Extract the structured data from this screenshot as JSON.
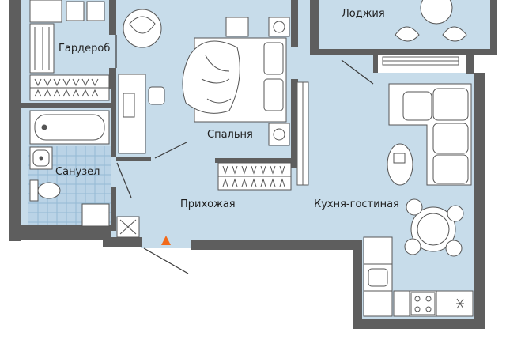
{
  "rooms": {
    "wardrobe": "Гардероб",
    "loggia": "Лоджия",
    "bedroom": "Спальня",
    "bathroom": "Санузел",
    "hallway": "Прихожая",
    "kitchen_living": "Кухня-гостиная"
  },
  "colors": {
    "floor": "#c7dcea",
    "wall": "#5e5e5e",
    "tile": "#8fb7d2",
    "entrance_marker": "#f26a1b",
    "furniture_stroke": "#555555"
  },
  "icons": {
    "entrance": "triangle-up",
    "stove": "stove-icon",
    "sink": "sink-icon"
  }
}
